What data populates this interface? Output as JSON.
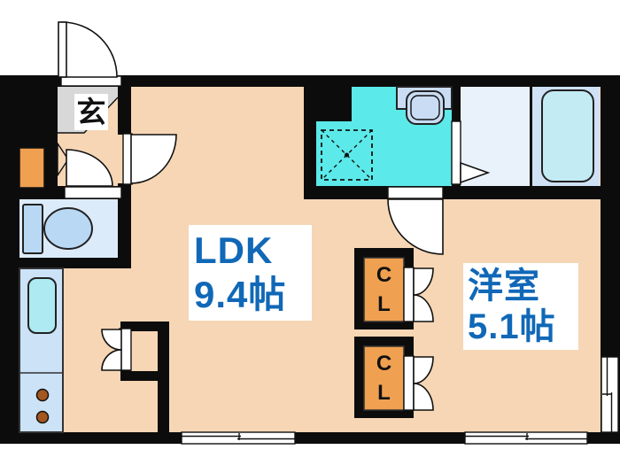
{
  "plan": {
    "entrance_label": "玄",
    "ldk": {
      "name": "LDK",
      "area": "9.4帖"
    },
    "western_room": {
      "name": "洋室",
      "area": "5.1帖"
    },
    "closets": [
      {
        "label": "C\nL"
      },
      {
        "label": "C\nL"
      }
    ]
  },
  "colors": {
    "floor": "#f6d6b4",
    "wall": "#0c0c0c",
    "entrance_floor": "#d8d8d8",
    "washroom_floor": "#5ce9e9",
    "bath_floor_left": "#e9f2fb",
    "bath_floor_right": "#cfe1f5",
    "bathtub": "#c2ebf3",
    "toilet_room": "#dcebfa",
    "toilet_fixture": "#b9d8f3",
    "kitchen_counter": "#cbe2f7",
    "kitchen_sink": "#adeaf2",
    "burner": "#a3571f",
    "pipe_space": "#efa050",
    "closet_fill": "#efa050",
    "fixture_blue_light": "#c9dcf4",
    "label_text": "#1068b7"
  }
}
